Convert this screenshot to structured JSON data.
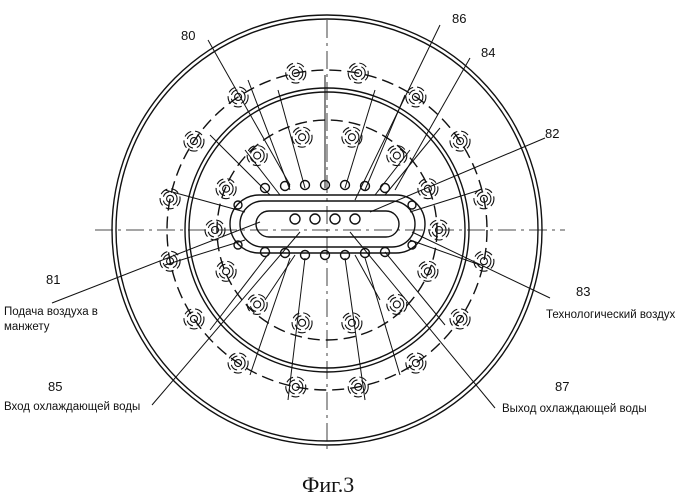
{
  "figure": {
    "caption": "Фиг.3",
    "numbers": {
      "n80": "80",
      "n81": "81",
      "n82": "82",
      "n83": "83",
      "n84": "84",
      "n85": "85",
      "n86": "86",
      "n87": "87"
    },
    "labels": {
      "sleeve_air_line1": "Подача воздуха в",
      "sleeve_air_line2": "манжету",
      "process_air": "Технологический воздух",
      "cooling_in": "Вход охлаждающей воды",
      "cooling_out": "Выход охлаждающей воды"
    }
  }
}
